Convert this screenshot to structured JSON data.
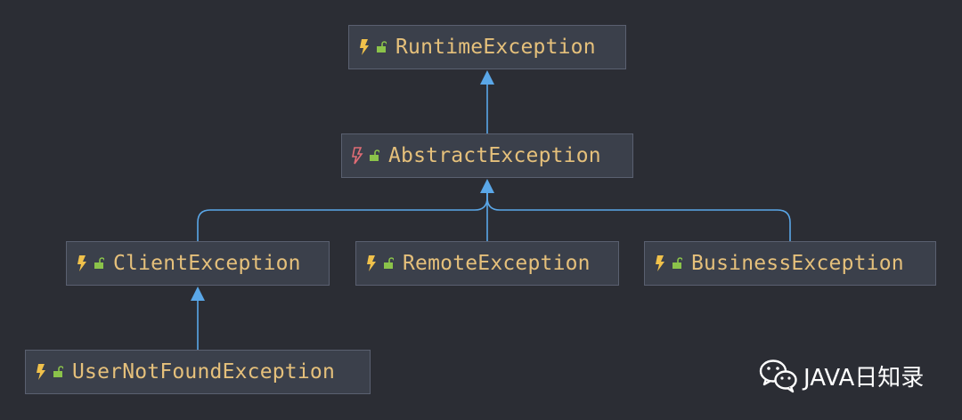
{
  "diagram": {
    "colors": {
      "background": "#2b2d34",
      "node_fill": "#3b404b",
      "node_border": "#5a6070",
      "label": "#e5c07b",
      "edge": "#5aa7e8",
      "bolt_concrete": "#f0c14b",
      "bolt_abstract": "#e06c75",
      "lock": "#8bc34a"
    },
    "nodes": [
      {
        "id": "runtime",
        "label": "RuntimeException",
        "icon": "lightning-icon",
        "visibility_icon": "unlocked-icon"
      },
      {
        "id": "abstract",
        "label": "AbstractException",
        "icon": "abstract-lightning-icon",
        "visibility_icon": "unlocked-icon"
      },
      {
        "id": "client",
        "label": "ClientException",
        "icon": "lightning-icon",
        "visibility_icon": "unlocked-icon"
      },
      {
        "id": "remote",
        "label": "RemoteException",
        "icon": "lightning-icon",
        "visibility_icon": "unlocked-icon"
      },
      {
        "id": "business",
        "label": "BusinessException",
        "icon": "lightning-icon",
        "visibility_icon": "unlocked-icon"
      },
      {
        "id": "usernotfound",
        "label": "UserNotFoundException",
        "icon": "lightning-icon",
        "visibility_icon": "unlocked-icon"
      }
    ],
    "edges": [
      {
        "from": "AbstractException",
        "to": "RuntimeException",
        "type": "extends"
      },
      {
        "from": "ClientException",
        "to": "AbstractException",
        "type": "extends"
      },
      {
        "from": "RemoteException",
        "to": "AbstractException",
        "type": "extends"
      },
      {
        "from": "BusinessException",
        "to": "AbstractException",
        "type": "extends"
      },
      {
        "from": "UserNotFoundException",
        "to": "ClientException",
        "type": "extends"
      }
    ]
  },
  "watermark": {
    "icon": "wechat-icon",
    "text": "JAVA日知录"
  }
}
